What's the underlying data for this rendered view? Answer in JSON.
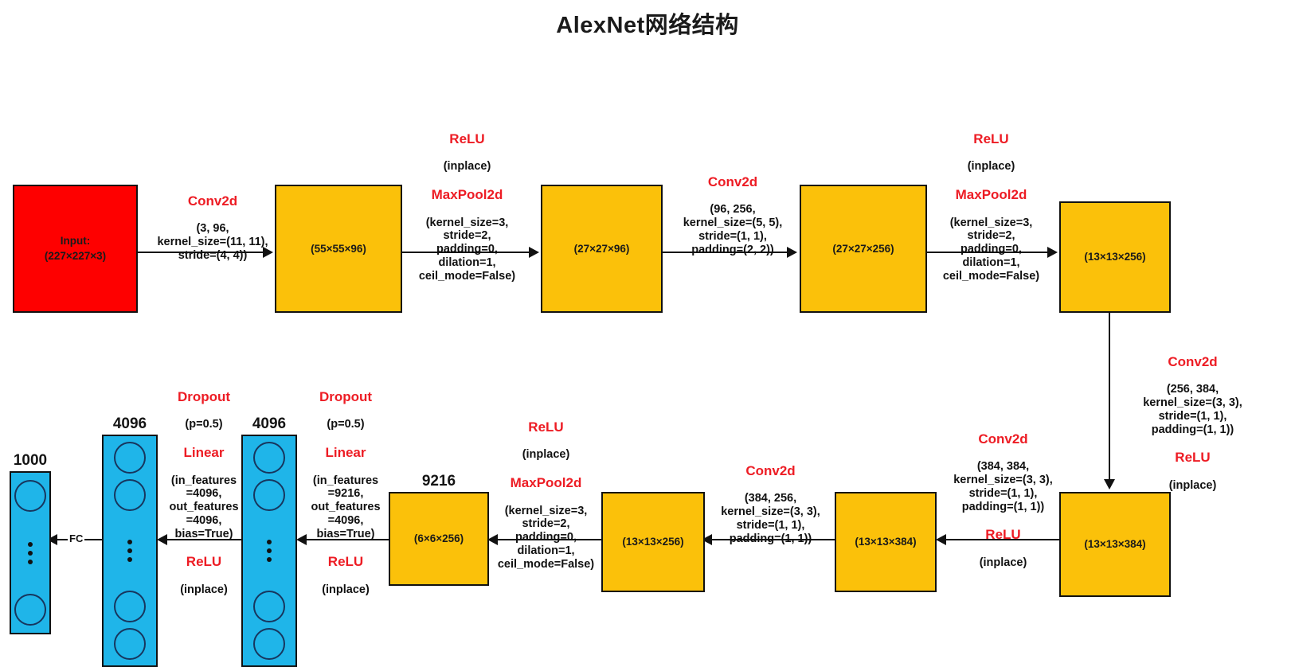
{
  "title": "AlexNet网络结构",
  "palette": {
    "input_block": "#FE0000",
    "conv_block": "#FBC10A",
    "fc_block": "#1FB5E9",
    "op_name": "#ED1C24",
    "param_text": "#111111",
    "edge": "#111111"
  },
  "blocks": {
    "input": {
      "line1": "Input:",
      "line2": "(227×227×3)"
    },
    "conv1_out": {
      "label": "(55×55×96)"
    },
    "pool1_out": {
      "label": "(27×27×96)"
    },
    "conv2_out": {
      "label": "(27×27×256)"
    },
    "pool2_out": {
      "label": "(13×13×256)"
    },
    "conv3_out": {
      "label": "(13×13×384)"
    },
    "conv4_out": {
      "label": "(13×13×384)"
    },
    "conv5_out": {
      "label": "(13×13×256)"
    },
    "pool3_out": {
      "label": "(6×6×256)",
      "cap": "9216"
    },
    "fc1": {
      "cap": "4096"
    },
    "fc2": {
      "cap": "4096"
    },
    "fc3": {
      "cap": "1000"
    }
  },
  "edges": {
    "e1": {
      "op": "Conv2d",
      "params": "(3, 96,\nkernel_size=(11, 11),\nstride=(4, 4))"
    },
    "e2": {
      "op1": "ReLU",
      "p1": "(inplace)",
      "op2": "MaxPool2d",
      "p2": "(kernel_size=3,\nstride=2,\npadding=0,\ndilation=1,\nceil_mode=False)"
    },
    "e3": {
      "op": "Conv2d",
      "params": "(96, 256,\nkernel_size=(5, 5),\nstride=(1, 1),\npadding=(2, 2))"
    },
    "e4": {
      "op1": "ReLU",
      "p1": "(inplace)",
      "op2": "MaxPool2d",
      "p2": "(kernel_size=3,\nstride=2,\npadding=0,\ndilation=1,\nceil_mode=False)"
    },
    "e5": {
      "op": "Conv2d",
      "params": "(256, 384,\nkernel_size=(3, 3),\nstride=(1, 1),\npadding=(1, 1))",
      "op2": "ReLU",
      "p2": "(inplace)"
    },
    "e6": {
      "op": "Conv2d",
      "params": "(384, 384,\nkernel_size=(3, 3),\nstride=(1, 1),\npadding=(1, 1))",
      "op2": "ReLU",
      "p2": "(inplace)"
    },
    "e7": {
      "op": "Conv2d",
      "params": "(384, 256,\nkernel_size=(3, 3),\nstride=(1, 1),\npadding=(1, 1))"
    },
    "e8": {
      "op1": "ReLU",
      "p1": "(inplace)",
      "op2": "MaxPool2d",
      "p2": "(kernel_size=3,\nstride=2,\npadding=0,\ndilation=1,\nceil_mode=False)"
    },
    "e9": {
      "op1": "Dropout",
      "p1": "(p=0.5)",
      "op2": "Linear",
      "p2": "(in_features\n=9216,\nout_features\n=4096,\nbias=True)",
      "op3": "ReLU",
      "p3": "(inplace)"
    },
    "e10": {
      "op1": "Dropout",
      "p1": "(p=0.5)",
      "op2": "Linear",
      "p2": "(in_features\n=4096,\nout_features\n=4096,\nbias=True)",
      "op3": "ReLU",
      "p3": "(inplace)"
    },
    "e11": {
      "label": "FC"
    }
  },
  "chart_data": {
    "type": "diagram",
    "title": "AlexNet网络结构",
    "nodes": [
      {
        "id": "input",
        "label": "Input: (227×227×3)",
        "color": "#FE0000",
        "row": 1
      },
      {
        "id": "conv1_out",
        "label": "(55×55×96)",
        "color": "#FBC10A",
        "row": 1
      },
      {
        "id": "pool1_out",
        "label": "(27×27×96)",
        "color": "#FBC10A",
        "row": 1
      },
      {
        "id": "conv2_out",
        "label": "(27×27×256)",
        "color": "#FBC10A",
        "row": 1
      },
      {
        "id": "pool2_out",
        "label": "(13×13×256)",
        "color": "#FBC10A",
        "row": 1
      },
      {
        "id": "conv3_out",
        "label": "(13×13×384)",
        "color": "#FBC10A",
        "row": 2
      },
      {
        "id": "conv4_out",
        "label": "(13×13×384)",
        "color": "#FBC10A",
        "row": 2
      },
      {
        "id": "conv5_out",
        "label": "(13×13×256)",
        "color": "#FBC10A",
        "row": 2
      },
      {
        "id": "pool3_out",
        "label": "(6×6×256)",
        "color": "#FBC10A",
        "row": 2,
        "cap": "9216"
      },
      {
        "id": "fc1",
        "label": "4096",
        "color": "#1FB5E9",
        "row": 2
      },
      {
        "id": "fc2",
        "label": "4096",
        "color": "#1FB5E9",
        "row": 2
      },
      {
        "id": "fc3",
        "label": "1000",
        "color": "#1FB5E9",
        "row": 2
      }
    ],
    "edges": [
      {
        "from": "input",
        "to": "conv1_out",
        "ops": [
          "Conv2d(3, 96, kernel_size=(11, 11), stride=(4, 4))"
        ]
      },
      {
        "from": "conv1_out",
        "to": "pool1_out",
        "ops": [
          "ReLU(inplace)",
          "MaxPool2d(kernel_size=3, stride=2, padding=0, dilation=1, ceil_mode=False)"
        ]
      },
      {
        "from": "pool1_out",
        "to": "conv2_out",
        "ops": [
          "Conv2d(96, 256, kernel_size=(5, 5), stride=(1, 1), padding=(2, 2))"
        ]
      },
      {
        "from": "conv2_out",
        "to": "pool2_out",
        "ops": [
          "ReLU(inplace)",
          "MaxPool2d(kernel_size=3, stride=2, padding=0, dilation=1, ceil_mode=False)"
        ]
      },
      {
        "from": "pool2_out",
        "to": "conv3_out",
        "ops": [
          "Conv2d(256, 384, kernel_size=(3, 3), stride=(1, 1), padding=(1, 1))",
          "ReLU(inplace)"
        ]
      },
      {
        "from": "conv3_out",
        "to": "conv4_out",
        "ops": [
          "Conv2d(384, 384, kernel_size=(3, 3), stride=(1, 1), padding=(1, 1))",
          "ReLU(inplace)"
        ]
      },
      {
        "from": "conv4_out",
        "to": "conv5_out",
        "ops": [
          "Conv2d(384, 256, kernel_size=(3, 3), stride=(1, 1), padding=(1, 1))"
        ]
      },
      {
        "from": "conv5_out",
        "to": "pool3_out",
        "ops": [
          "ReLU(inplace)",
          "MaxPool2d(kernel_size=3, stride=2, padding=0, dilation=1, ceil_mode=False)"
        ]
      },
      {
        "from": "pool3_out",
        "to": "fc1",
        "ops": [
          "Dropout(p=0.5)",
          "Linear(in_features=9216, out_features=4096, bias=True)",
          "ReLU(inplace)"
        ]
      },
      {
        "from": "fc1",
        "to": "fc2",
        "ops": [
          "Dropout(p=0.5)",
          "Linear(in_features=4096, out_features=4096, bias=True)",
          "ReLU(inplace)"
        ]
      },
      {
        "from": "fc2",
        "to": "fc3",
        "ops": [
          "FC"
        ]
      }
    ]
  }
}
